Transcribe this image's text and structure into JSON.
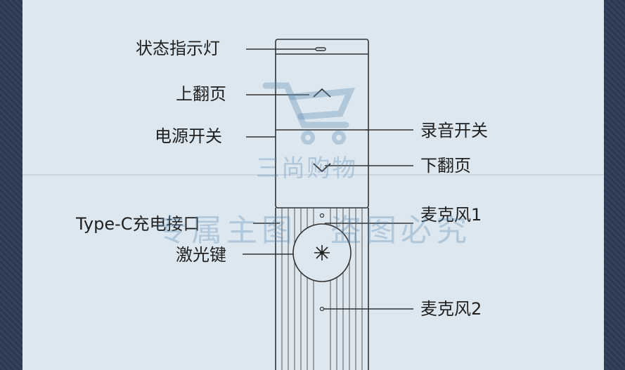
{
  "labels": {
    "status_light": "状态指示灯",
    "page_up": "上翻页",
    "power": "电源开关",
    "record": "录音开关",
    "page_down": "下翻页",
    "mic1": "麦克风1",
    "typec": "Type-C充电接口",
    "laser": "激光键",
    "mic2": "麦克风2"
  },
  "watermark": {
    "brand": "三尚购物",
    "left": "专属主图",
    "right": "盗图必究",
    "icon": "shopping-cart-icon"
  },
  "colors": {
    "frame": "#2c3a52",
    "panel": "#dde7ef",
    "line": "#333333",
    "watermark": "#5f8cb4"
  }
}
